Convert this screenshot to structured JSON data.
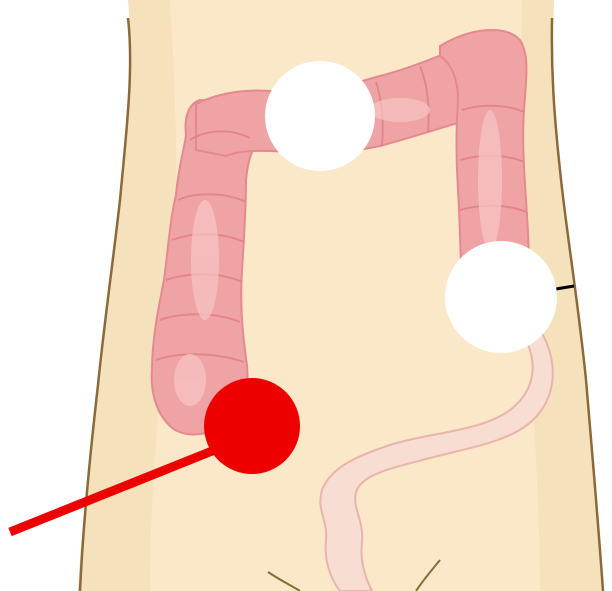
{
  "colors": {
    "background": "#ffffff",
    "skin": "#fbe8c8",
    "skin_shade": "#f1d7b0",
    "body_outline": "#8a6a3a",
    "colon_fill": "#f0a3a5",
    "colon_shade": "#e48a8f",
    "colon_highlight": "#f8c6c4",
    "sigmoid_fill": "#f7ddd2",
    "sigmoid_outline": "#e8b4ad",
    "marker_white": "#ffffff",
    "marker_red": "#ee0000",
    "pointer_red": "#ee0000",
    "tick_black": "#000000"
  },
  "markers": {
    "transverse": "white-circle",
    "descending": "white-circle",
    "cecum": "red-dot"
  }
}
